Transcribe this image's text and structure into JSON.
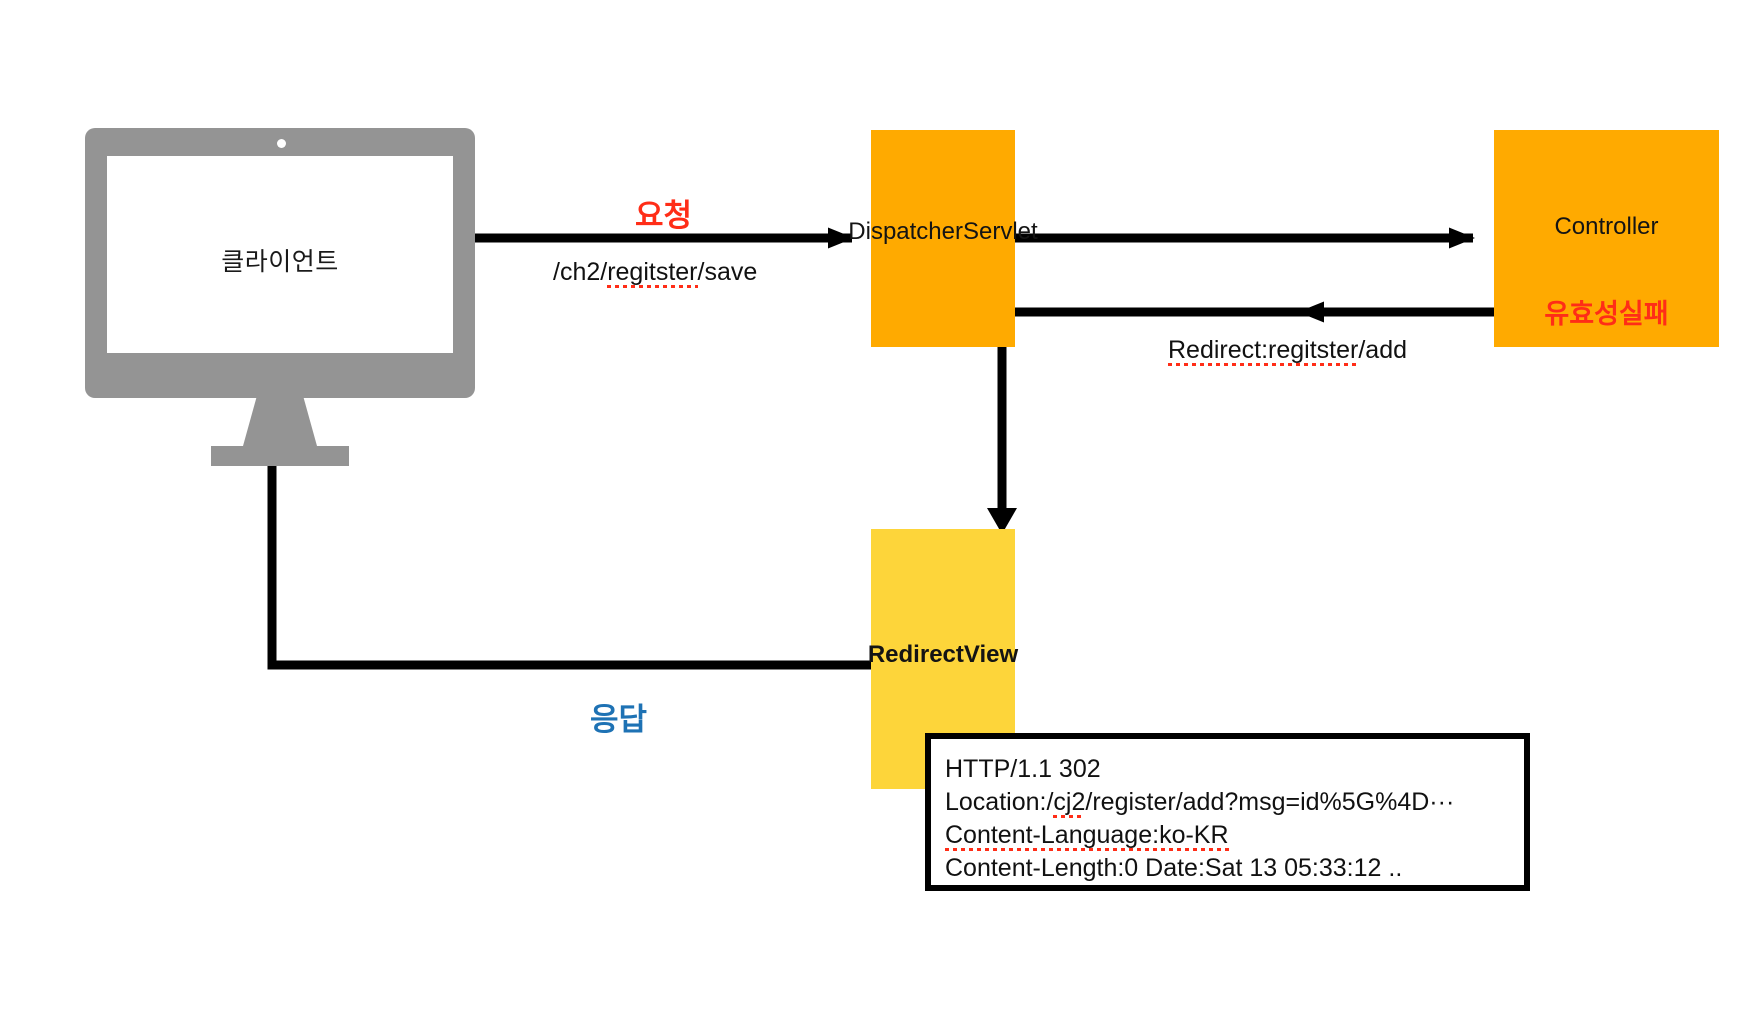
{
  "diagram": {
    "title": "Spring MVC redirect flow",
    "colors": {
      "box_orange": "#FFAA00",
      "box_yellow": "#FDD53A",
      "monitor_gray": "#949494",
      "accent_red": "#FF2D17",
      "accent_blue": "#1E72B4",
      "line_black": "#000000"
    }
  },
  "client": {
    "label": "클라이언트"
  },
  "nodes": {
    "dispatcher": {
      "label": "DispatcherServlet"
    },
    "controller": {
      "label": "Controller",
      "status_label": "유효성실패"
    },
    "redirect_view": {
      "label": "RedirectView"
    }
  },
  "edges": {
    "request": {
      "label": "요청",
      "sublabel": "/ch2/regitster/save"
    },
    "dispatcher_to_controller": {
      "label": ""
    },
    "controller_to_dispatcher": {
      "label": "Redirect:regitster/add"
    },
    "dispatcher_to_view": {
      "label": ""
    },
    "response": {
      "label": "응답"
    }
  },
  "http_response": {
    "lines": [
      "HTTP/1.1 302",
      "Location:/cj2/register/add?msg=id%5G%4D···",
      "Content-Language:ko-KR",
      "Content-Length:0 Date:Sat 13 05:33:12 .."
    ]
  }
}
